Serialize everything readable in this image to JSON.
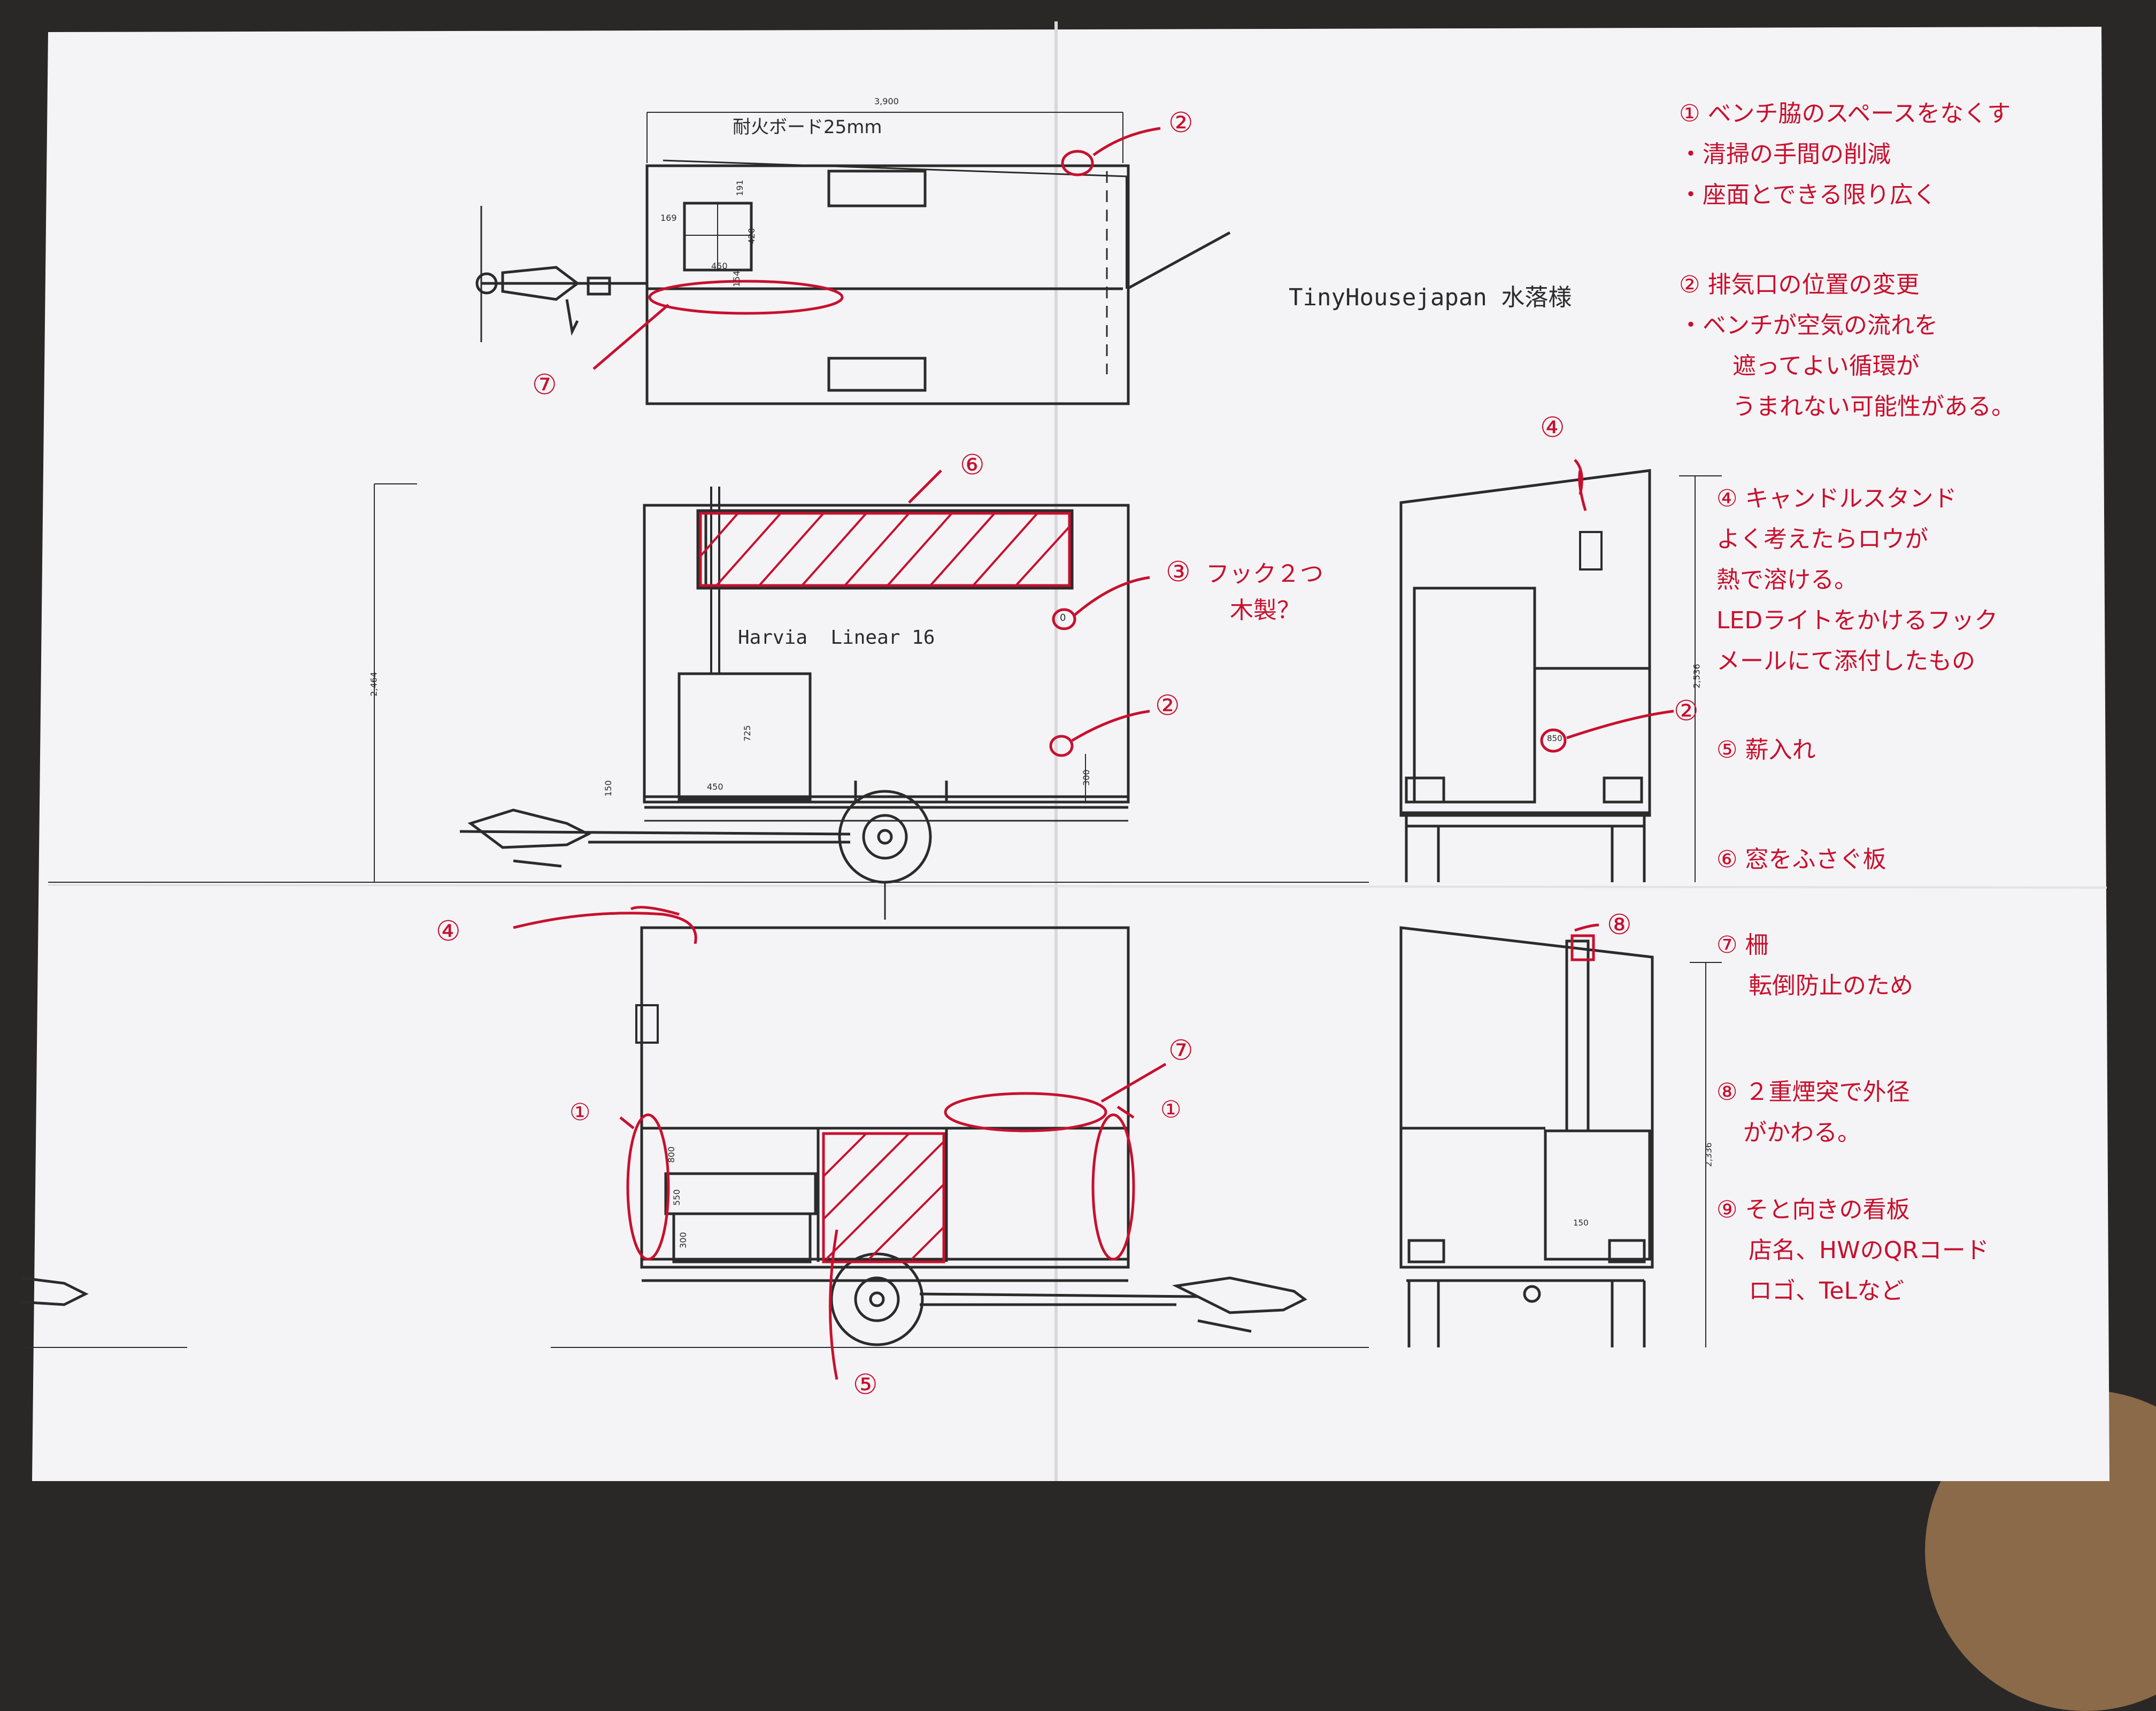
{
  "drawing": {
    "title": "TinyHousejapan 水落様",
    "board_label": "耐火ボード25mm",
    "stove_label": "Harvia  Linear 16",
    "dims_top": {
      "overall": "3,900",
      "d169": "169",
      "d191": "191",
      "d420": "420",
      "d450": "450",
      "d154": "154"
    },
    "dims_side": {
      "height": "2,464",
      "d725": "725",
      "d450": "450",
      "d150": "150",
      "d300": "300"
    },
    "dims_front": {
      "height": "2,536",
      "small": "850"
    },
    "dims_side2": {
      "d800": "800",
      "d550": "550",
      "d300": "300"
    },
    "dims_rear": {
      "height": "2,336",
      "small": "150"
    },
    "hook_mark": "0"
  },
  "markers": {
    "m1": "①",
    "m2": "②",
    "m4": "④",
    "m5": "⑤",
    "m6": "⑥",
    "m7": "⑦",
    "m8": "⑧",
    "m3": "③"
  },
  "hook_note": [
    "フック２つ",
    "木製？"
  ],
  "notes": [
    {
      "num": "①",
      "lines": [
        "ベンチ脇のスペースをなくす",
        "・清掃の手間の削減",
        "・座面とできる限り広く"
      ]
    },
    {
      "num": "②",
      "lines": [
        "排気口の位置の変更",
        "・ベンチが空気の流れを",
        "遮ってよい循環が",
        "うまれない可能性がある。"
      ]
    },
    {
      "num": "④",
      "lines": [
        "キャンドルスタンド",
        "よく考えたらロウが",
        "熱で溶ける。",
        "LEDライトをかけるフック",
        "メールにて添付したもの"
      ]
    },
    {
      "num": "⑤",
      "lines": [
        "薪入れ"
      ]
    },
    {
      "num": "⑥",
      "lines": [
        "窓をふさぐ板"
      ]
    },
    {
      "num": "⑦",
      "lines": [
        "柵",
        "転倒防止のため"
      ]
    },
    {
      "num": "⑧",
      "lines": [
        "２重煙突で外径",
        "がかわる。"
      ]
    },
    {
      "num": "⑨",
      "lines": [
        "そと向きの看板",
        "店名、HWのQRコード",
        "ロゴ、TeLなど"
      ]
    }
  ],
  "colors": {
    "ink": "#2b2b2b",
    "red": "#c8102e",
    "paper": "#f4f4f6"
  }
}
